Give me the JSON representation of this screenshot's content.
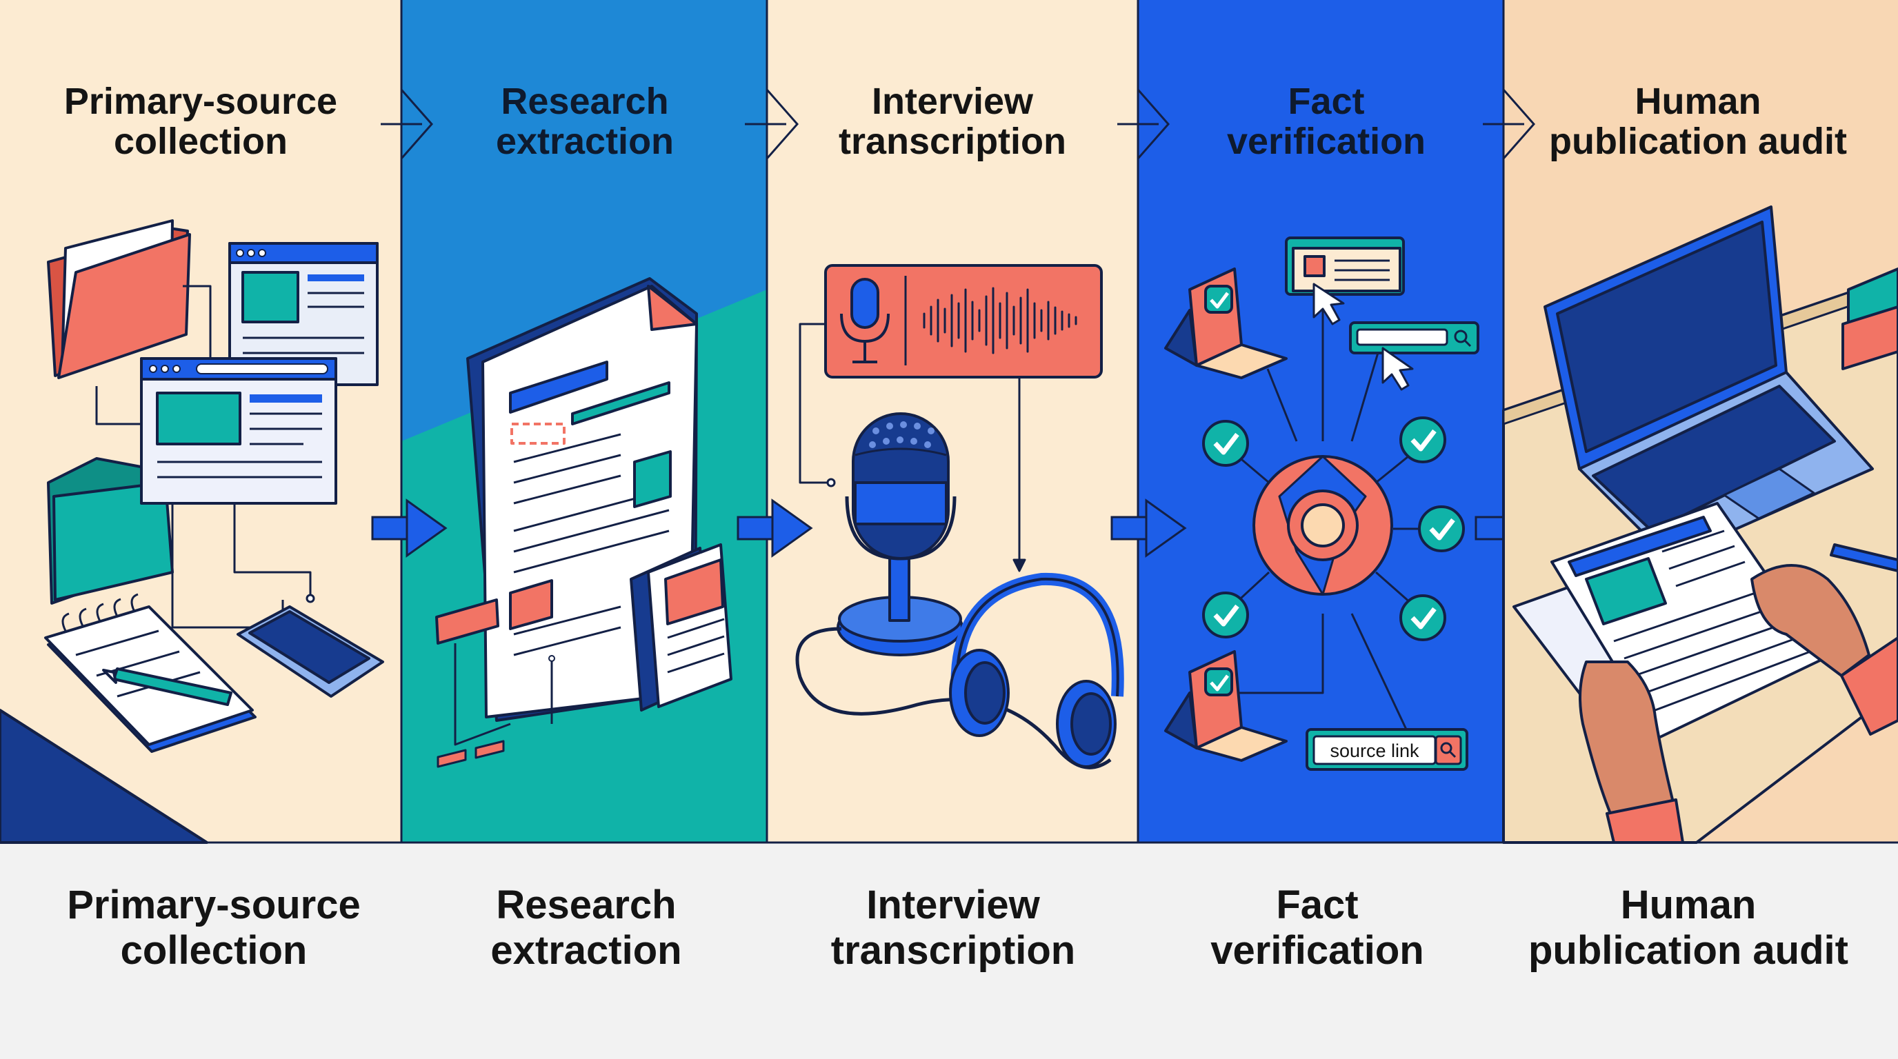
{
  "stages": [
    {
      "title_lines": [
        "Primary-source",
        "collection"
      ],
      "caption_lines": [
        "Primary-source",
        "collection"
      ]
    },
    {
      "title_lines": [
        "Research",
        "extraction"
      ],
      "caption_lines": [
        "Research",
        "extraction"
      ]
    },
    {
      "title_lines": [
        "Interview",
        "transcription"
      ],
      "caption_lines": [
        "Interview",
        "transcription"
      ]
    },
    {
      "title_lines": [
        "Fact",
        "verification"
      ],
      "caption_lines": [
        "Fact",
        "verification"
      ]
    },
    {
      "title_lines": [
        "Human",
        "publication audit"
      ],
      "caption_lines": [
        "Human",
        "publication audit"
      ]
    }
  ],
  "fact_verification": {
    "search_chip_text": "source link"
  },
  "colors": {
    "cream": "#fcebd2",
    "peach": "#f8d7b4",
    "blue": "#1d5ee8",
    "sky_blue": "#1e88d6",
    "teal": "#10b3a8",
    "coral": "#f27465",
    "navy": "#173b8f",
    "outline": "#132046"
  }
}
